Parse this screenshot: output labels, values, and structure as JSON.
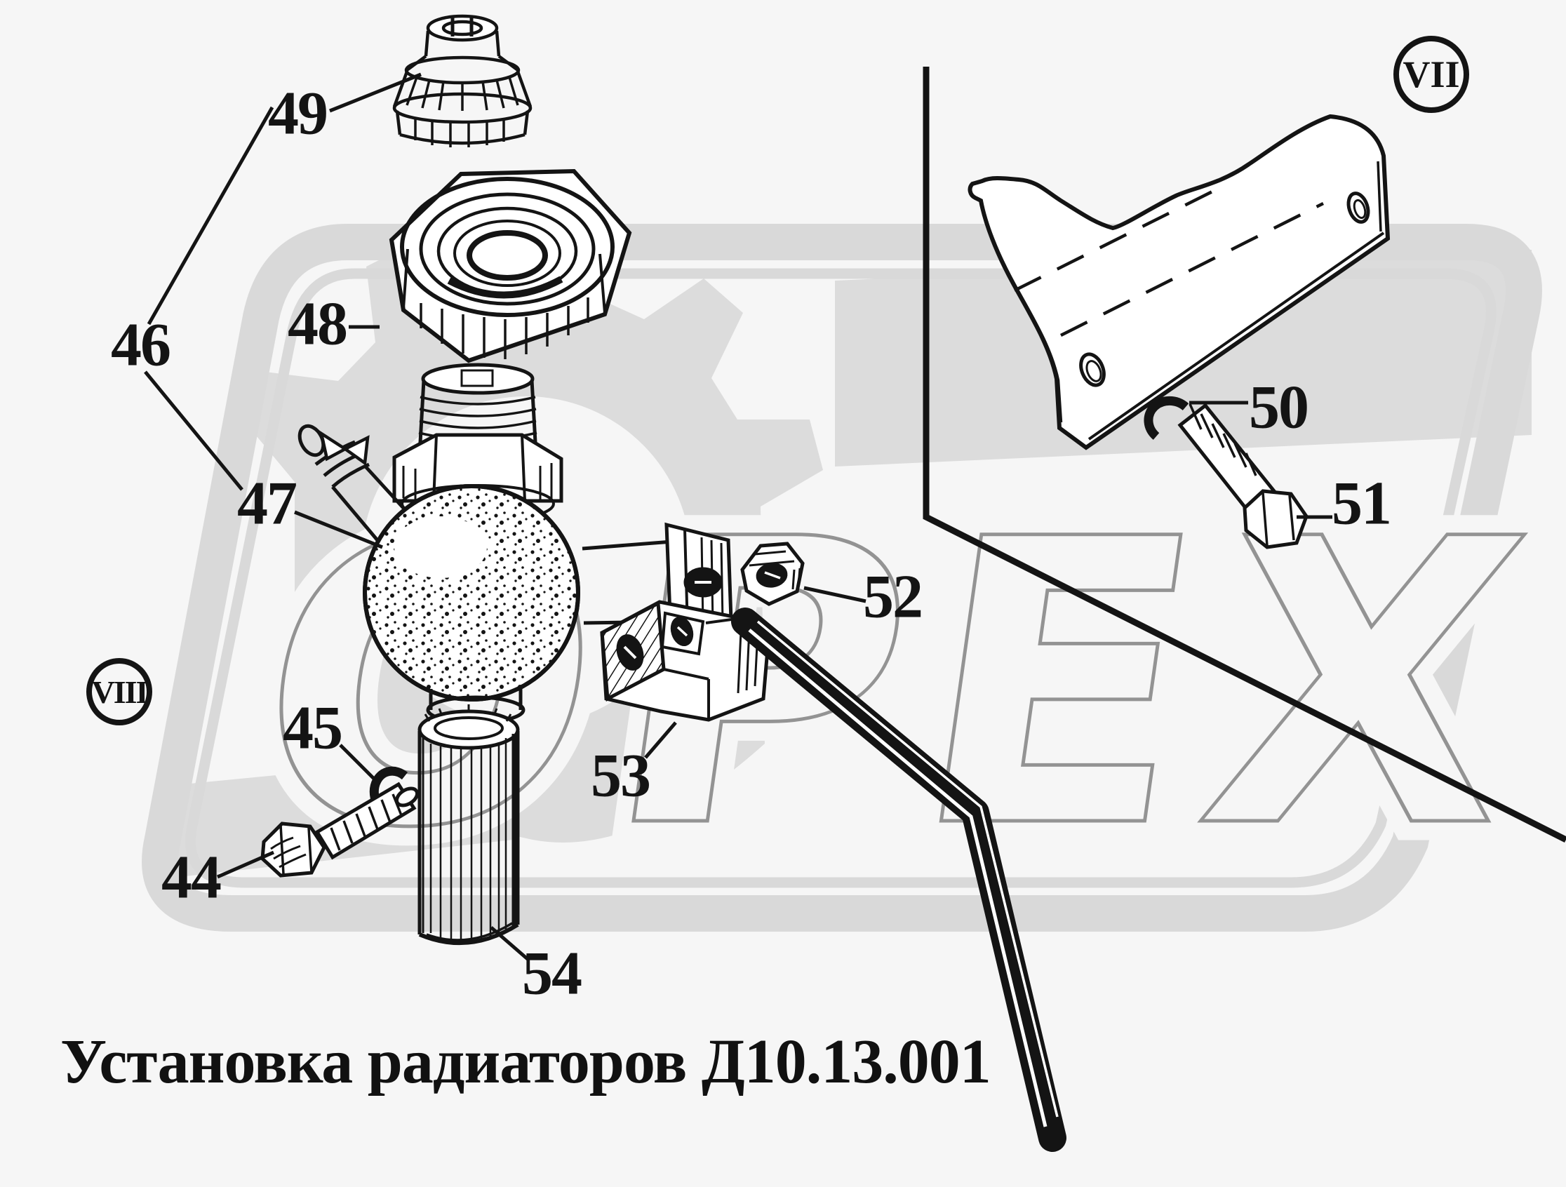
{
  "caption": "Установка радиаторов Д10.13.001",
  "watermark": {
    "text": "ОРЕХ"
  },
  "section_markers": [
    {
      "numeral": "VII"
    },
    {
      "numeral": "VIII"
    }
  ],
  "part_labels": [
    {
      "number": "44"
    },
    {
      "number": "45"
    },
    {
      "number": "46"
    },
    {
      "number": "47"
    },
    {
      "number": "48"
    },
    {
      "number": "49"
    },
    {
      "number": "50"
    },
    {
      "number": "51"
    },
    {
      "number": "52"
    },
    {
      "number": "53"
    },
    {
      "number": "54"
    }
  ],
  "colors": {
    "background": "#f6f6f6",
    "ink": "#141414",
    "watermark_fill": "#dcdcdc",
    "watermark_outline": "#939393"
  }
}
